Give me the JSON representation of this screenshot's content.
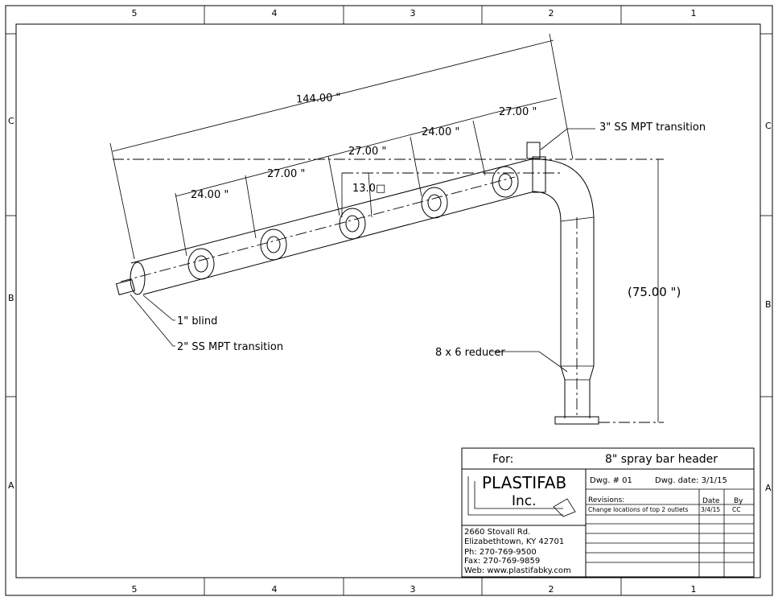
{
  "zones": {
    "columns": [
      "5",
      "4",
      "3",
      "2",
      "1"
    ],
    "rows": [
      "C",
      "B",
      "A"
    ]
  },
  "dimensions": {
    "overall_length": "144.00 \"",
    "spacing": [
      "24.00 \"",
      "27.00 \"",
      "27.00 \"",
      "24.00 \"",
      "27.00 \""
    ],
    "offset": "13.0□",
    "height": "(75.00 \")"
  },
  "callouts": {
    "top_transition": "3\" SS MPT transition",
    "blind": "1\" blind",
    "end_transition": "2\" SS MPT transition",
    "reducer": "8 x 6 reducer"
  },
  "title_block": {
    "for_label": "For:",
    "title": "8\" spray bar header",
    "company_name": "PLASTIFAB",
    "company_suffix": "Inc.",
    "dwg_number": "Dwg. # 01",
    "dwg_date": "Dwg. date: 3/1/15",
    "revisions_label": "Revisions:",
    "date_label": "Date",
    "by_label": "By",
    "revisions": [
      {
        "description": "Change locations of top 2 outlets",
        "date": "3/4/15",
        "by": "CC"
      }
    ],
    "address": [
      "2660 Stovall Rd.",
      "Elizabethtown, KY  42701",
      "Ph: 270-769-9500",
      "Fax: 270-769-9859",
      "Web: www.plastifabky.com"
    ]
  }
}
